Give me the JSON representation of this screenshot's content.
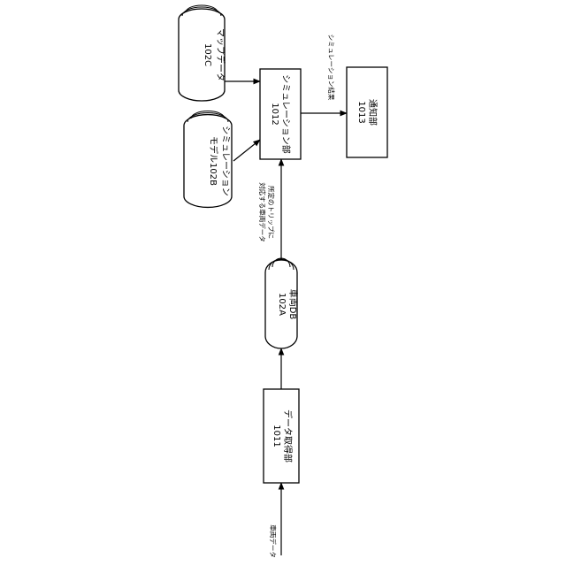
{
  "nodes": {
    "data_acquisition": {
      "line1": "データ取得部",
      "line2": "1011"
    },
    "vehicle_db": {
      "line1": "車両DB",
      "line2": "102A"
    },
    "simulation_unit": {
      "line1": "シミュレーション部",
      "line2": "1012"
    },
    "notification_unit": {
      "line1": "通知部",
      "line2": "1013"
    },
    "simulation_model": {
      "line1": "シミュレーション",
      "line2": "モデル102B"
    },
    "map_data": {
      "line1": "マップデータ",
      "line2": "102C"
    }
  },
  "edges": {
    "input_label": "車両データ",
    "trip_label_line1": "所定のトリップに",
    "trip_label_line2": "対応する車両データ",
    "result_label": "シミュレーション結果"
  }
}
